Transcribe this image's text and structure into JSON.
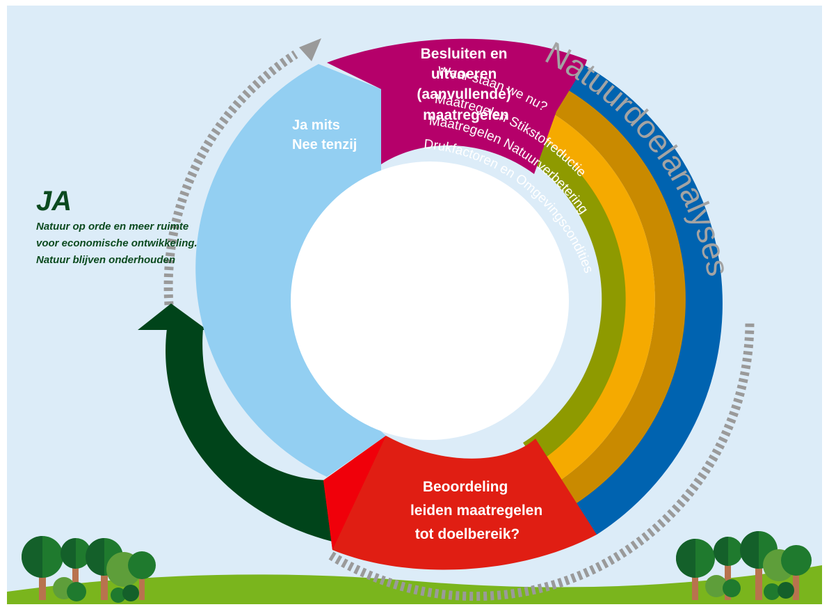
{
  "colors": {
    "sky": "#dcecf8",
    "grass": "#7ab51d",
    "magenta": "#b5006a",
    "blue": "#0063b0",
    "ochre": "#c98a00",
    "orange": "#f5aa00",
    "olive": "#8e9a00",
    "red": "#e01e13",
    "red_tip": "#f0000a",
    "light_blue": "#93cff2",
    "dark_green": "#00441a",
    "dash_gray": "#9a9a9a"
  },
  "stage_top": {
    "line1": "Besluiten en",
    "line2": "uitvoeren",
    "line3": "(aanvullende)",
    "line4": "maatregelen"
  },
  "stage_left": {
    "line1": "Ja mits",
    "line2": "Nee tenzij"
  },
  "stage_bottom": {
    "line1": "Beoordeling",
    "line2": "leiden maatregelen",
    "line3": "tot doelbereik?"
  },
  "ring_bands": {
    "blue": "Waar staan we nu?",
    "ochre": "Maatregelen Stikstofreductie",
    "orange": "Maatregelen Natuurverbetering",
    "olive": "Drukfactoren  en Omgevingscondities"
  },
  "cycle_title": "Natuurdoelanalyses",
  "ja_block": {
    "title": "JA",
    "line1": "Natuur op orde en meer ruimte",
    "line2": "voor economische ontwikkeling.",
    "line3": "Natuur blijven onderhouden"
  }
}
